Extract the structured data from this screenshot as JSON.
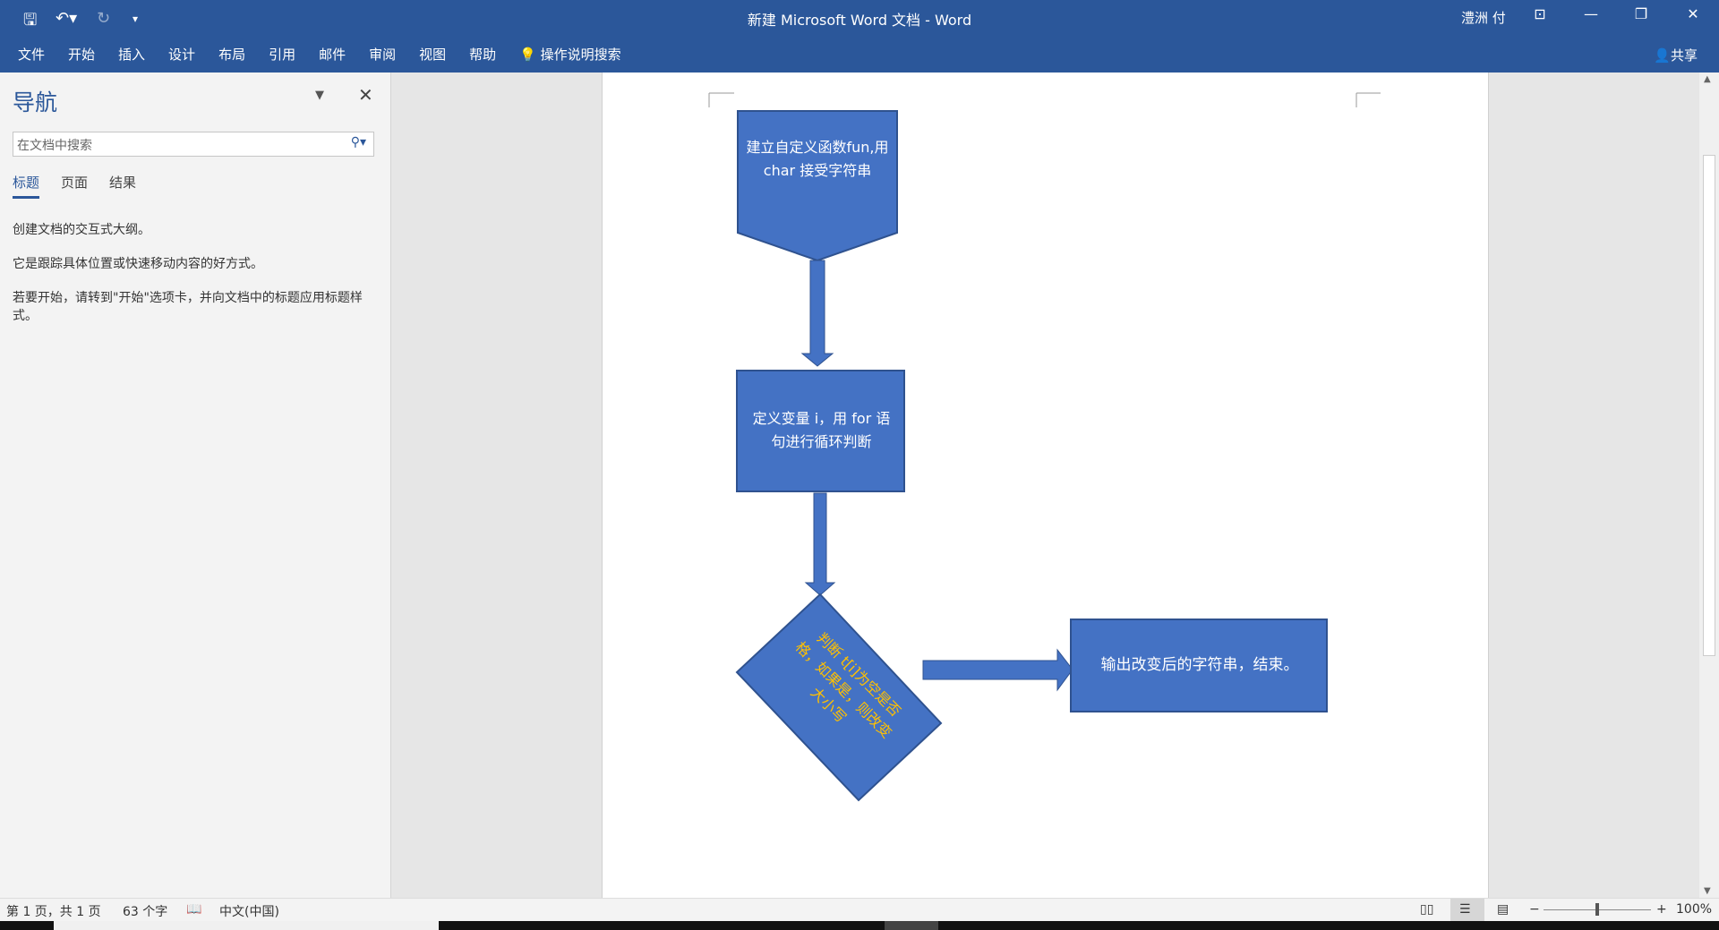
{
  "window": {
    "title": "新建 Microsoft Word 文档 - Word",
    "user": "澧洲 付",
    "share": "共享"
  },
  "ribbon_tabs": [
    "文件",
    "开始",
    "插入",
    "设计",
    "布局",
    "引用",
    "邮件",
    "审阅",
    "视图",
    "帮助"
  ],
  "tell_me": "操作说明搜索",
  "nav": {
    "title": "导航",
    "search_placeholder": "在文档中搜索",
    "tabs": [
      "标题",
      "页面",
      "结果"
    ],
    "lines": [
      "创建文档的交互式大纲。",
      "它是跟踪具体位置或快速移动内容的好方式。",
      "若要开始，请转到\"开始\"选项卡，并向文档中的标题应用标题样式。"
    ]
  },
  "flow": {
    "step1": "建立自定义函数fun,用 char 接受字符串",
    "step2": "定义变量 i，用 for 语句进行循环判断",
    "step3_lines": [
      "判断 t[i]为空是否",
      "格，如果是，则改变",
      "大小写"
    ],
    "step4": "输出改变后的字符串，结束。"
  },
  "status": {
    "page": "第 1 页，共 1 页",
    "words": "63 个字",
    "lang": "中文(中国)",
    "zoom": "100%"
  },
  "colors": {
    "brand": "#2b579a",
    "shape": "#4472c4",
    "decision_text": "#ffc000"
  }
}
